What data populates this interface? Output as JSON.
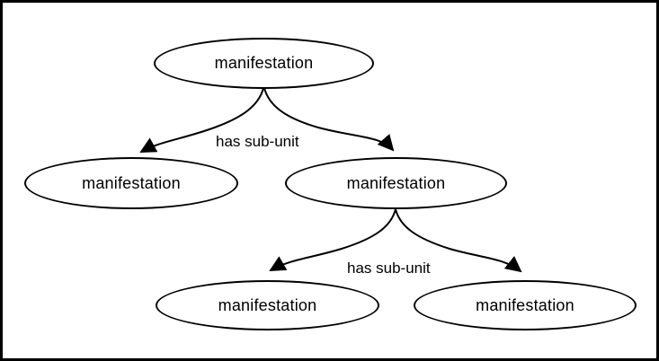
{
  "diagram": {
    "nodes": [
      {
        "id": "root",
        "label": "manifestation"
      },
      {
        "id": "mid-left",
        "label": "manifestation"
      },
      {
        "id": "mid-right",
        "label": "manifestation"
      },
      {
        "id": "bottom-left",
        "label": "manifestation"
      },
      {
        "id": "bottom-right",
        "label": "manifestation"
      }
    ],
    "edges": [
      {
        "from": "root",
        "to": "mid-left, mid-right",
        "label": "has sub-unit"
      },
      {
        "from": "mid-right",
        "to": "bottom-left, bottom-right",
        "label": "has sub-unit"
      }
    ],
    "colors": {
      "stroke": "#000000",
      "background": "#ffffff",
      "frame_border": "#000000"
    }
  }
}
